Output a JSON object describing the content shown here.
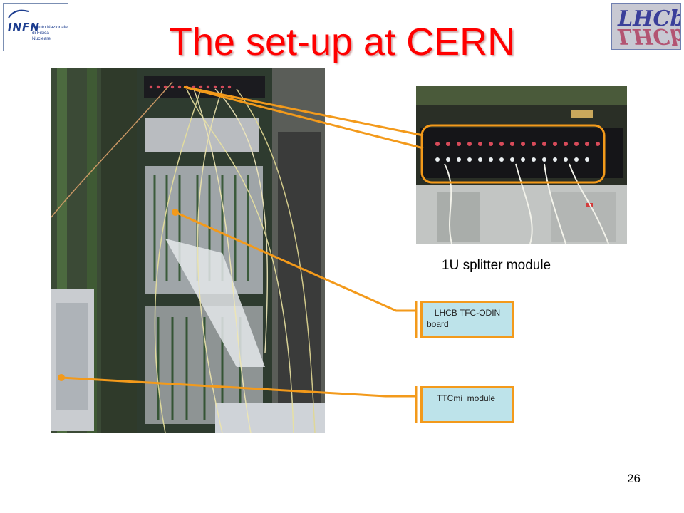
{
  "slide": {
    "title": "The set-up at CERN",
    "page_number": "26"
  },
  "logos": {
    "infn": {
      "name": "INFN",
      "subtitle_line1": "Istituto Nazionale",
      "subtitle_line2": "di Fisica Nucleare"
    },
    "lhcb": {
      "name": "LHCb"
    }
  },
  "labels": {
    "splitter": "1U splitter module",
    "odin_line1": "LHCB TFC-ODIN",
    "odin_line2": "board",
    "ttc": "TTCmi  module"
  },
  "colors": {
    "title": "#ff0000",
    "callout_border": "#f39a1b",
    "callout_fill": "#bde3ea"
  }
}
